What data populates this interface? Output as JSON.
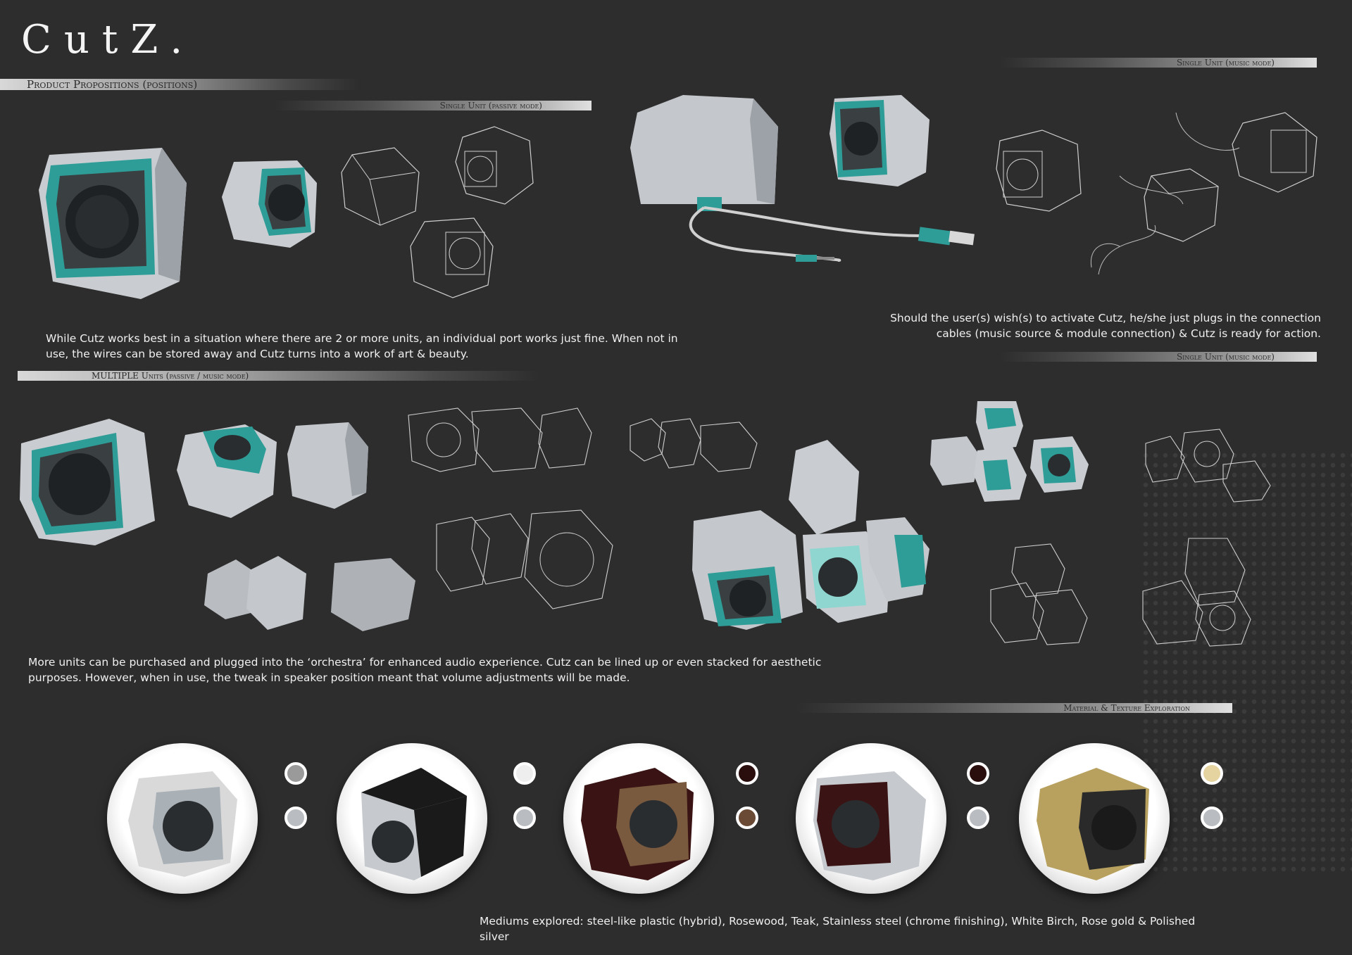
{
  "logo": "CutZ.",
  "sections": {
    "propositions": "Product Propositions (positions)",
    "single_passive": "Single Unit (passive mode)",
    "single_music_1": "Single Unit (music mode)",
    "single_music_2": "Single Unit (music mode)",
    "multiple": "MULTIPLE Units (passive / music mode)",
    "material": "Material & Texture Exploration"
  },
  "captions": {
    "single_passive": "While Cutz works best in a situation where there are 2 or more units, an individual port works just fine. When not in use, the wires can be stored away and Cutz turns into a work of art & beauty.",
    "single_music": "Should the user(s) wish(s) to activate Cutz, he/she just plugs in the connection cables (music source & module connection) & Cutz is ready for action.",
    "multiple": "More units can be purchased and plugged into the ‘orchestra’ for enhanced audio experience. Cutz can be lined up or even stacked for aesthetic purposes. However, when in use, the tweak in speaker position meant that volume adjustments will be made.",
    "material": "Mediums explored: steel-like plastic (hybrid), Rosewood, Teak, Stainless steel (chrome finishing), White Birch, Rose gold & Polished silver"
  },
  "colors": {
    "background": "#2d2d2d",
    "teal": "#2f9d97",
    "silver": "#c9ccd0",
    "rosewood": "#3a1414",
    "teak": "#6b4a35",
    "gold": "#b8a15e"
  },
  "materials": [
    {
      "body": "#d9d9d9",
      "face": "#a9b0b6",
      "sw1": "#9a9a9a",
      "sw2": "#b9bcc0"
    },
    {
      "body": "#1a1a1a",
      "face": "#c6c9cd",
      "sw1": "#eeeeee",
      "sw2": "#b9bcc0"
    },
    {
      "body": "#3a1414",
      "face": "#7a5a3e",
      "sw1": "#2a0e0e",
      "sw2": "#6b4a35"
    },
    {
      "body": "#c6c9cd",
      "face": "#3a1414",
      "sw1": "#2a0e0e",
      "sw2": "#b9bcc0"
    },
    {
      "body": "#b8a15e",
      "face": "#2a2a2a",
      "sw1": "#e5d3a0",
      "sw2": "#b9bcc0"
    }
  ]
}
